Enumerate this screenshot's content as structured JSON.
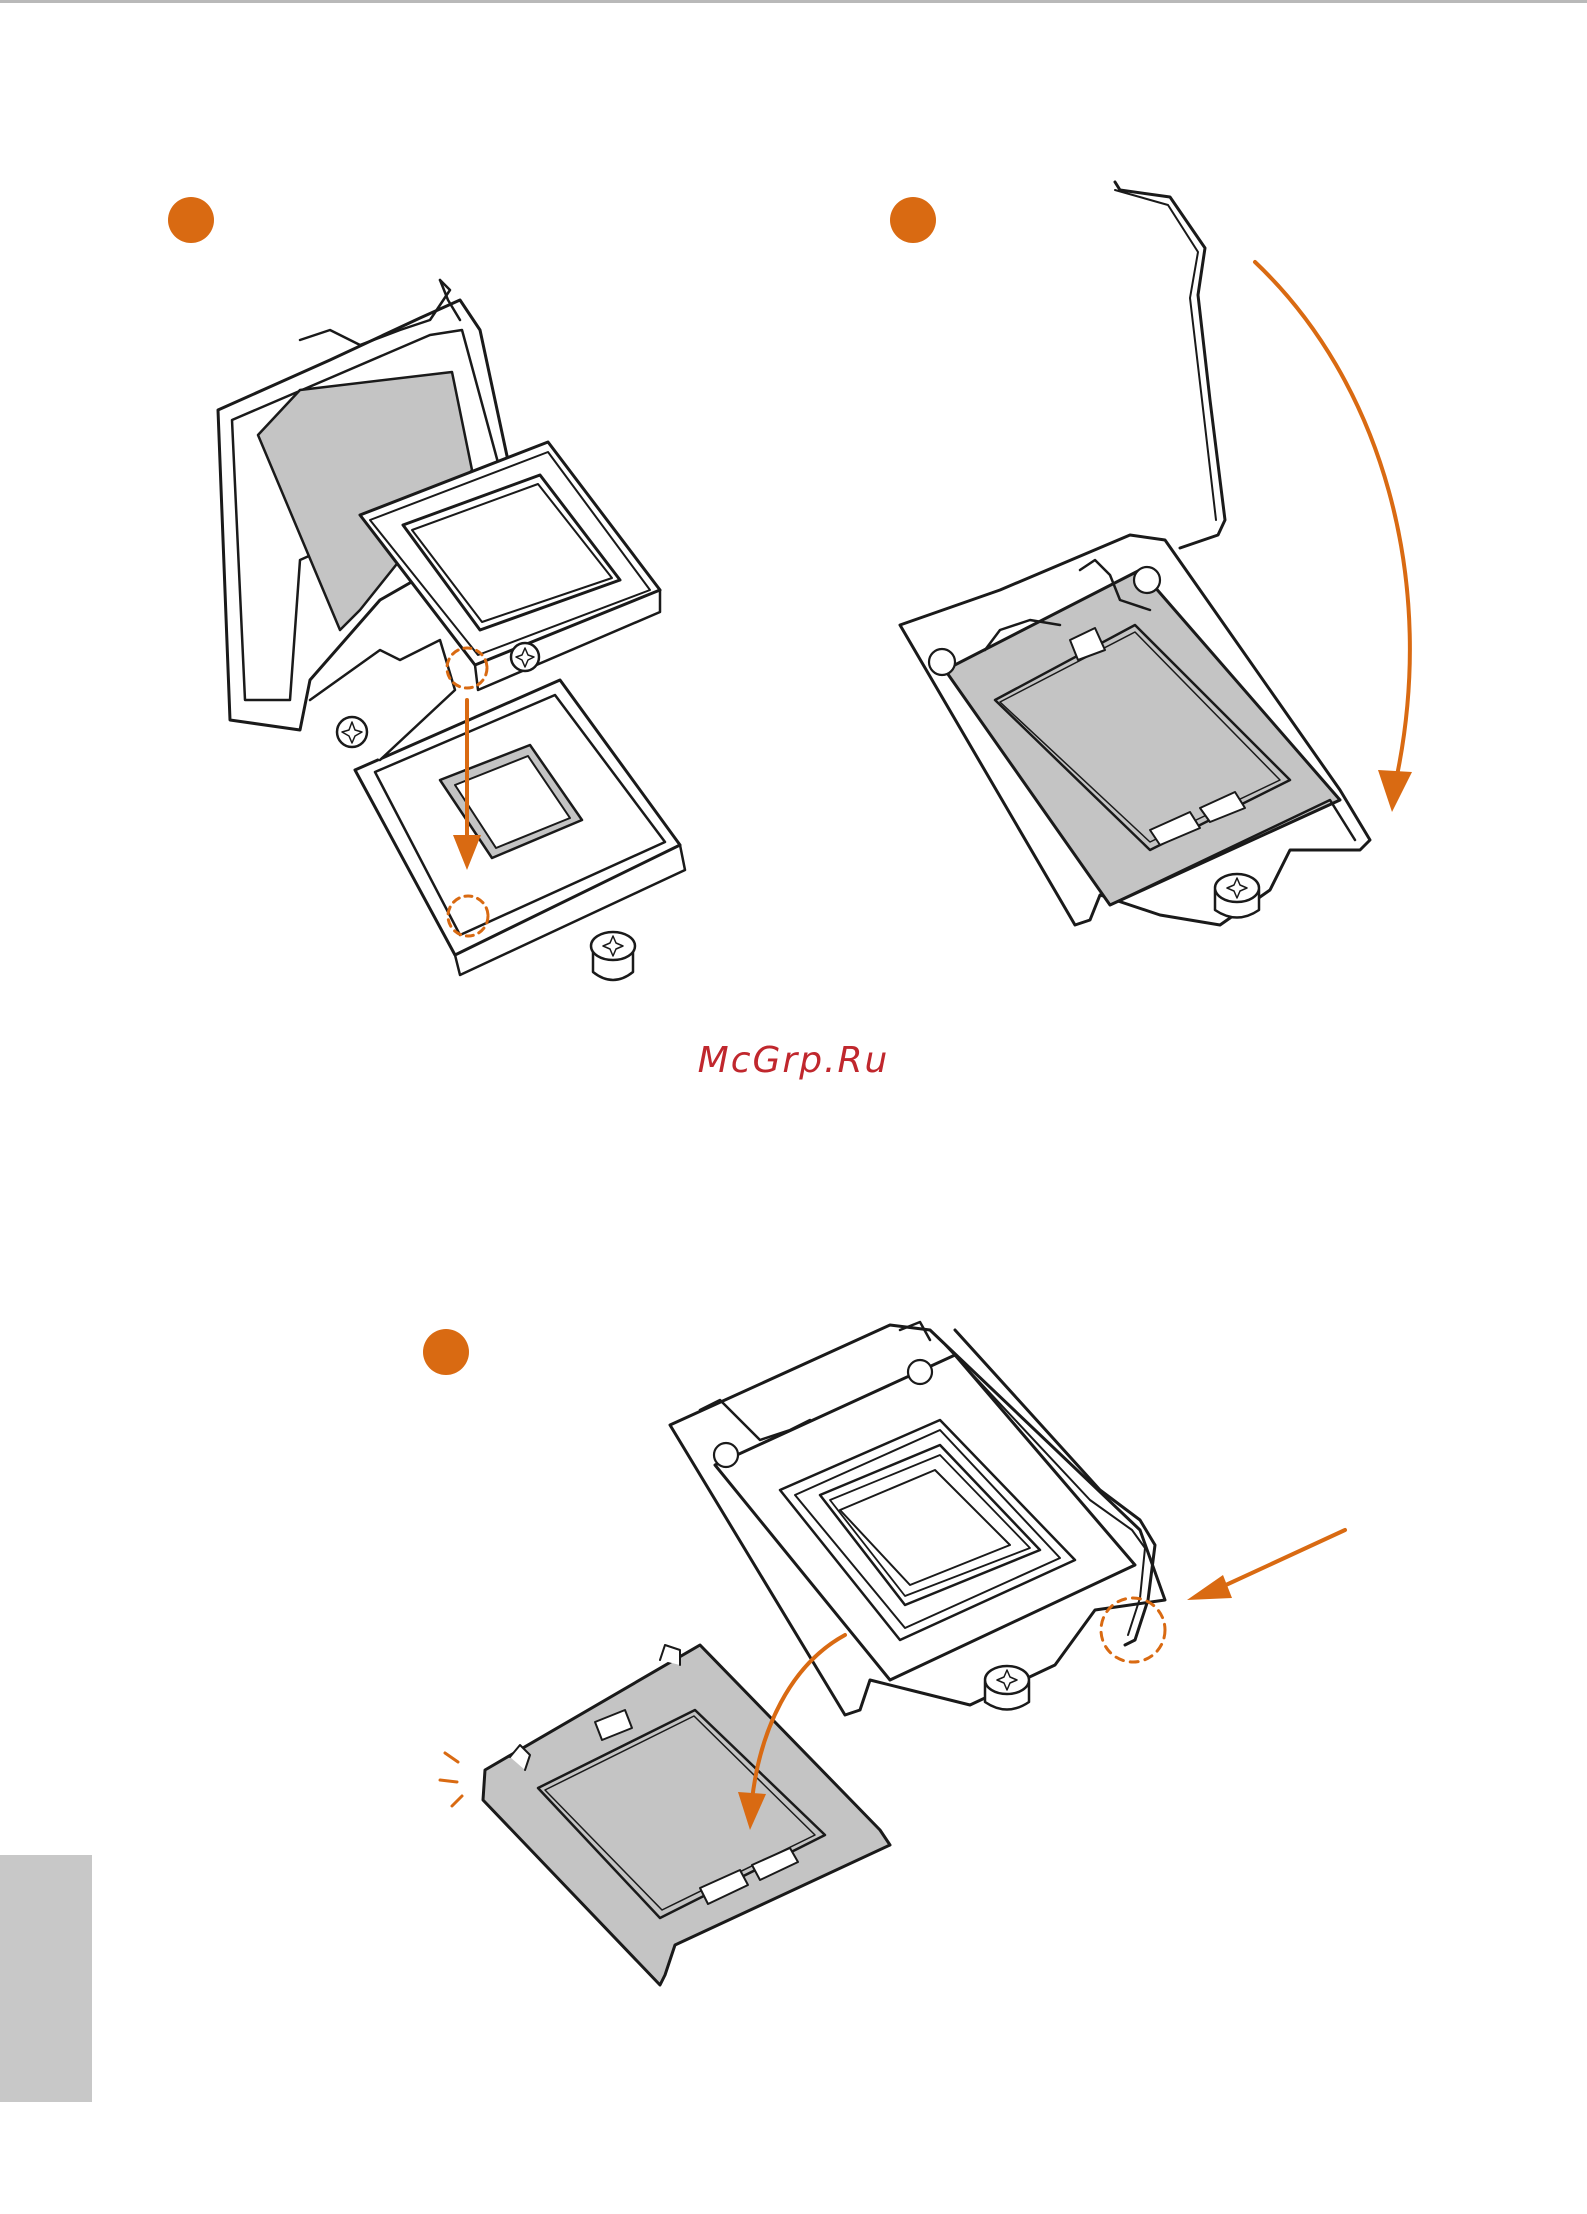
{
  "watermark": {
    "text": "McGrp.Ru",
    "color": "#c0272d"
  },
  "colors": {
    "accent": "#d96a12",
    "line": "#1a1a1a",
    "fill_gray": "#c4c4c4",
    "side_tab": "#c8c8c8",
    "top_rule": "#b9b9b9"
  },
  "figures": [
    {
      "id": "step-1",
      "icons": [
        "load-plate-open",
        "cpu-chip",
        "cpu-socket",
        "socket-screw",
        "down-arrow-icon",
        "alignment-notch-marker"
      ]
    },
    {
      "id": "step-2",
      "icons": [
        "load-plate-closing",
        "load-lever",
        "curved-arrow-icon"
      ]
    },
    {
      "id": "step-3",
      "icons": [
        "load-plate-closed",
        "load-lever-locked",
        "pnp-cap",
        "arrow-icon"
      ]
    }
  ]
}
